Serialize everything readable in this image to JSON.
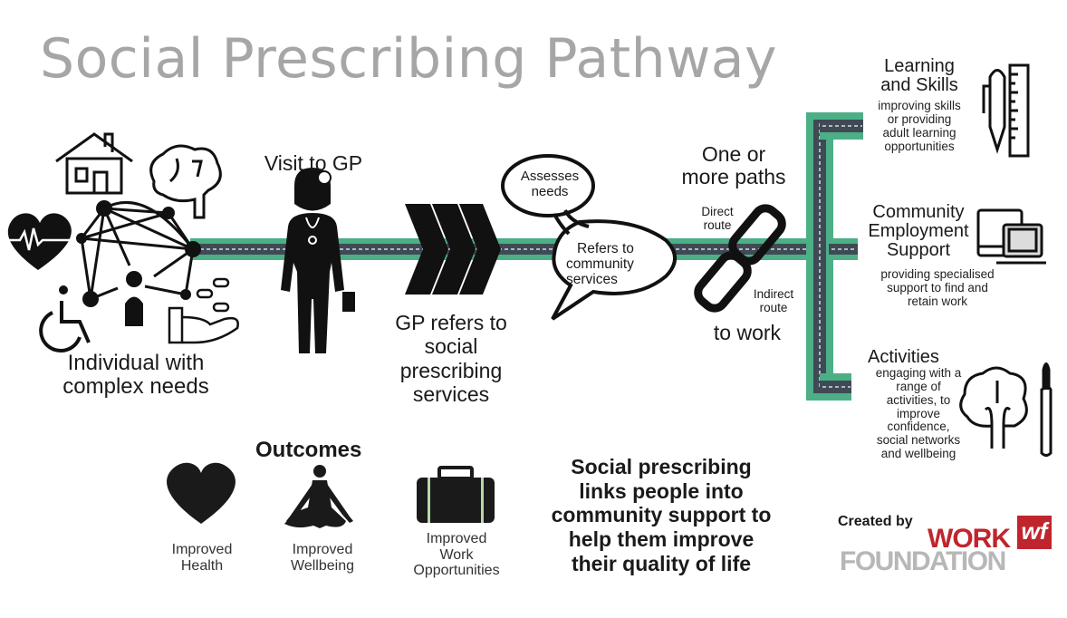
{
  "title": "Social Prescribing Pathway",
  "colors": {
    "road_green": "#4caf86",
    "road_asphalt": "#3f4a55",
    "road_dash": "#d9dde2",
    "card_grey": "#dcdcdc",
    "outcome_green": "#b7d9a8",
    "title_grey": "#a6a6a6",
    "brand_red": "#c0252d",
    "brand_grey": "#b7b7b7"
  },
  "pathway": {
    "individual": {
      "label": "Individual with complex needs",
      "line1": "Individual with",
      "line2": "complex needs",
      "icons": [
        "house-icon",
        "brain-icon",
        "heart-pulse-icon",
        "person-icon",
        "wheelchair-icon",
        "hand-pills-icon",
        "network-icon"
      ]
    },
    "gp_visit": {
      "label": "Visit to GP",
      "icon": "doctor-icon"
    },
    "gp_refers": {
      "line1": "GP refers to",
      "line2": "social",
      "line3": "prescribing",
      "line4": "services",
      "icon": "chevron-arrows-icon"
    },
    "link_worker": {
      "bubble1": {
        "line1": "Assesses",
        "line2": "needs"
      },
      "bubble2": {
        "line1": "Refers to",
        "line2": "community",
        "line3": "services"
      }
    },
    "paths": {
      "line1": "One or",
      "line2": "more paths",
      "direct": {
        "line1": "Direct",
        "line2": "route"
      },
      "indirect": {
        "line1": "Indirect",
        "line2": "route"
      },
      "to_work": "to work",
      "icon": "chain-link-icon"
    }
  },
  "destinations": [
    {
      "title_line1": "Learning",
      "title_line2": "and Skills",
      "desc": [
        "improving skills",
        "or providing",
        "adult learning",
        "opportunities"
      ],
      "icon": "pencil-ruler-icon"
    },
    {
      "title_line1": "Community",
      "title_line2": "Employment",
      "title_line3": "Support",
      "desc": [
        "providing specialised",
        "support  to find and",
        "retain work"
      ],
      "icon": "computer-laptop-icon"
    },
    {
      "title_line1": "Activities",
      "desc": [
        "engaging with a",
        "range of",
        "activities, to",
        "improve",
        "confidence,",
        "social networks",
        "and wellbeing"
      ],
      "icon": "tree-brush-icon"
    }
  ],
  "outcomes": {
    "title": "Outcomes",
    "items": [
      {
        "line1": "Improved",
        "line2": "Health",
        "icon": "heart-icon"
      },
      {
        "line1": "Improved",
        "line2": "Wellbeing",
        "icon": "meditation-icon"
      },
      {
        "line1": "Improved",
        "line2": "Work",
        "line3": "Opportunities",
        "icon": "briefcase-icon"
      }
    ],
    "summary": [
      "Social prescribing",
      "links people into",
      "community support to",
      "help them improve",
      "their quality of life"
    ]
  },
  "credit": {
    "label": "Created by",
    "brand_line1": "WORK",
    "brand_line2": "FOUNDATION",
    "badge": "wf"
  }
}
